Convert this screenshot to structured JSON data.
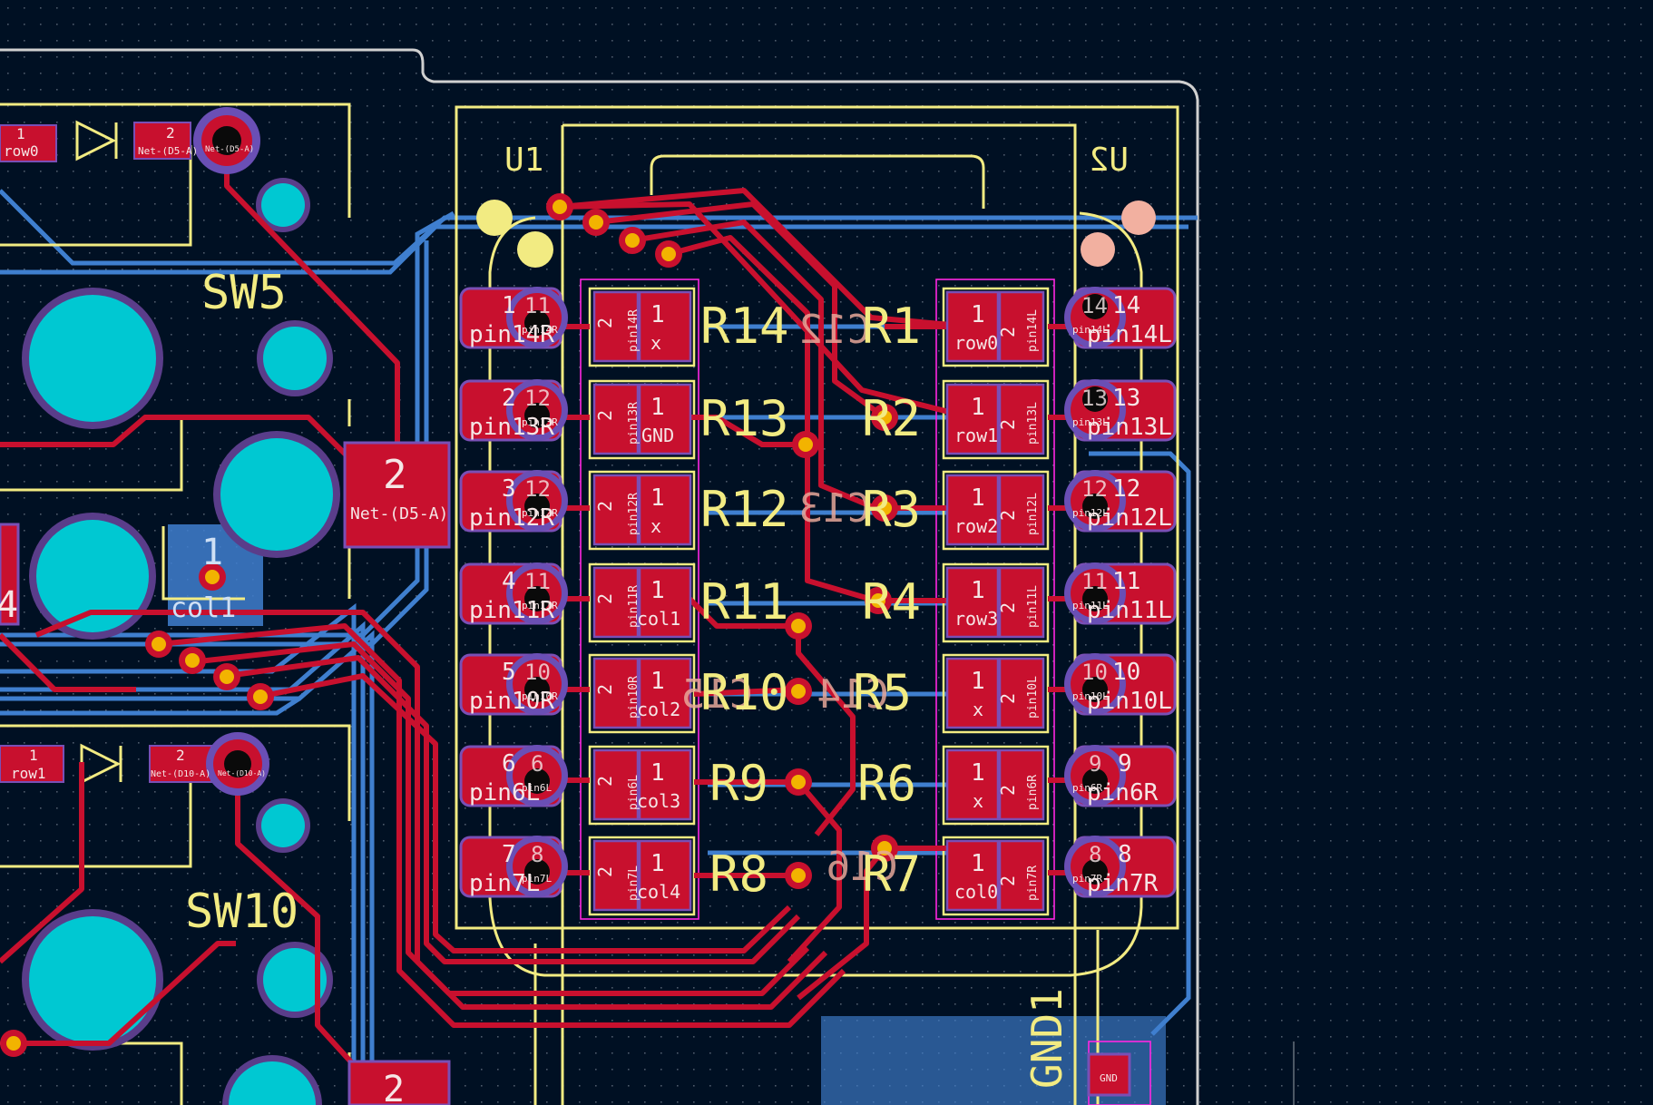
{
  "colors": {
    "background": "#001023",
    "front_copper": "#c8102e",
    "back_copper": "#3f7fcf",
    "silkscreen": "#f2eb82",
    "board_edge": "#d0d0d0",
    "drill_hole": "#00c8d2",
    "courtyard": "#ff26e2"
  },
  "components": {
    "switches": [
      {
        "ref": "SW5"
      },
      {
        "ref": "SW10"
      }
    ],
    "diodes": [
      {
        "pad1_num": "1",
        "pad1_net": "row0",
        "pad2_num": "2",
        "pad2_net": "Net-(D5-A)",
        "via_net": "Net-(D5-A)"
      },
      {
        "pad1_num": "1",
        "pad1_net": "row1",
        "pad2_num": "2",
        "pad2_net": "Net-(D10-A)",
        "via_net": "Net-(D10-A)"
      }
    ],
    "switch_pads": [
      {
        "num": "2",
        "net": "Net-(D5-A)"
      },
      {
        "num": "1",
        "net": "col1"
      },
      {
        "num": "4"
      },
      {
        "num": "2"
      }
    ],
    "mcu": {
      "ref_left": "U1",
      "ref_right": "U2"
    },
    "connector": {
      "ref": "GND1",
      "pad_net": "GND"
    },
    "left_pins": [
      {
        "num": "1",
        "alt": "11",
        "net": "pin14R",
        "pin_tag": "pin14R"
      },
      {
        "num": "2",
        "alt": "12",
        "net": "pin13R",
        "pin_tag": "pin13R"
      },
      {
        "num": "3",
        "alt": "12",
        "net": "pin12R",
        "pin_tag": "pin12R"
      },
      {
        "num": "4",
        "alt": "11",
        "net": "pin11R",
        "pin_tag": "pin11R"
      },
      {
        "num": "5",
        "alt": "10",
        "net": "pin10R",
        "pin_tag": "pin10R"
      },
      {
        "num": "6",
        "alt": "6",
        "net": "pin6L",
        "pin_tag": "pin6L"
      },
      {
        "num": "7",
        "alt": "8",
        "net": "pin7L",
        "pin_tag": "pin7L"
      }
    ],
    "right_pins": [
      {
        "num": "14",
        "alt": "14",
        "net": "pin14L",
        "pin_tag": "pin14L"
      },
      {
        "num": "13",
        "alt": "13",
        "net": "pin13L",
        "pin_tag": "pin13L"
      },
      {
        "num": "12",
        "alt": "12",
        "net": "pin12L",
        "pin_tag": "pin12L"
      },
      {
        "num": "11",
        "alt": "11",
        "net": "pin11L",
        "pin_tag": "pin11L"
      },
      {
        "num": "10",
        "alt": "10",
        "net": "pin10L",
        "pin_tag": "pin10L"
      },
      {
        "num": "9",
        "alt": "9",
        "net": "pin6R",
        "pin_tag": "pin6R"
      },
      {
        "num": "8",
        "alt": "8",
        "net": "pin7R",
        "pin_tag": "pin7R"
      }
    ],
    "left_resistors": [
      {
        "ref": "R14",
        "net1": "x",
        "net2": "pin14R"
      },
      {
        "ref": "R13",
        "net1": "GND",
        "net2": "pin13R"
      },
      {
        "ref": "R12",
        "net1": "x",
        "net2": "pin12R"
      },
      {
        "ref": "R11",
        "net1": "col1",
        "net2": "pin11R"
      },
      {
        "ref": "R10",
        "net1": "col2",
        "net2": "pin10R"
      },
      {
        "ref": "R9",
        "net1": "col3",
        "net2": "pin6L"
      },
      {
        "ref": "R8",
        "net1": "col4",
        "net2": "pin7L"
      }
    ],
    "right_resistors": [
      {
        "ref": "R1",
        "net1": "row0",
        "net2": "pin14L"
      },
      {
        "ref": "R2",
        "net1": "row1",
        "net2": "pin13L"
      },
      {
        "ref": "R3",
        "net1": "row2",
        "net2": "pin12L"
      },
      {
        "ref": "R4",
        "net1": "row3",
        "net2": "pin11L"
      },
      {
        "ref": "R5",
        "net1": "x",
        "net2": "pin10L"
      },
      {
        "ref": "R6",
        "net1": "x",
        "net2": "pin6R"
      },
      {
        "ref": "R7",
        "net1": "col0",
        "net2": "pin7R"
      }
    ],
    "back_labels": [
      "C12",
      "C13",
      "C14",
      "C15",
      "C16"
    ]
  }
}
